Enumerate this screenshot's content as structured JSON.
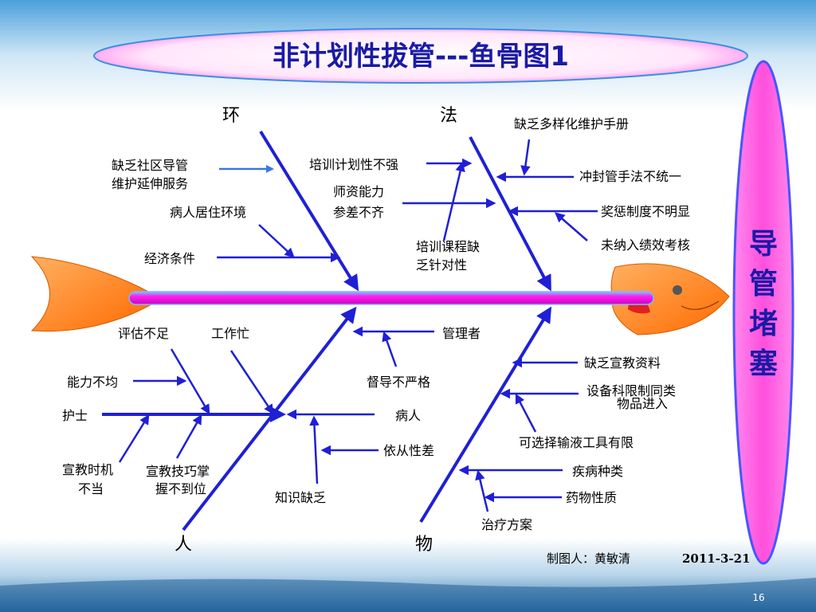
{
  "title": "非计划性拔管---鱼骨图1",
  "effect": [
    "导",
    "管",
    "堵",
    "塞"
  ],
  "categories": {
    "env": "环",
    "method": "法",
    "people": "人",
    "material": "物"
  },
  "causes": {
    "env": {
      "community_l1": "缺乏社区导管",
      "community_l2": "维护延伸服务",
      "home": "病人居住环境",
      "economy": "经济条件"
    },
    "method": {
      "training_plan": "培训计划性不强",
      "teacher_l1": "师资能力",
      "teacher_l2": "参差不齐",
      "course_l1": "培训课程缺",
      "course_l2": "乏针对性",
      "manual": "缺乏多样化维护手册",
      "flush": "冲封管手法不统一",
      "reward": "奖惩制度不明显",
      "kpi": "未纳入绩效考核"
    },
    "people": {
      "assess": "评估不足",
      "busy": "工作忙",
      "ability": "能力不均",
      "nurse": "护士",
      "timing_l1": "宣教时机",
      "timing_l2": "不当",
      "skill_l1": "宣教技巧掌",
      "skill_l2": "握不到位",
      "manager": "管理者",
      "supervise": "督导不严格",
      "patient": "病人",
      "compliance": "依从性差",
      "knowledge": "知识缺乏"
    },
    "material": {
      "edu_material": "缺乏宣教资料",
      "equip_l1": "设备科限制同类",
      "equip_l2": "物品进入",
      "tools": "可选择输液工具有限",
      "disease": "疾病种类",
      "drug": "药物性质",
      "therapy": "治疗方案"
    }
  },
  "footer": {
    "author": "制图人：黄敏清",
    "date": "2011-3-21"
  },
  "page_number": "16",
  "colors": {
    "arrow": "#1f1fd6",
    "spine": "#ff00ff",
    "effect_fill": "#ff55dd",
    "title_text": "#1a1aa6",
    "fish": "#ff7a1a"
  }
}
